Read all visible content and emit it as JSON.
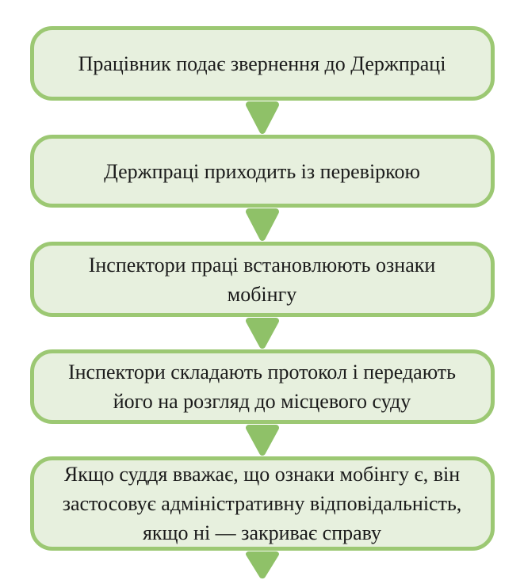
{
  "flowchart": {
    "type": "flowchart",
    "direction": "top-down",
    "steps": [
      "Працівник подає звернення до Держпраці",
      "Держпраці приходить із перевіркою",
      "Інспектори праці встановлюють ознаки\nмобінгу",
      "Інспектори складають протокол і передають\nйого на розгляд до місцевого суду",
      "Якщо суддя вважає, що ознаки мобінгу є, він\nзастосовує адміністративну відповідальність,\nякщо ні — закриває справу"
    ],
    "connector_shape": "triangle-down-arrow",
    "connector_count": 5,
    "colors": {
      "box_fill": "#E7F0DE",
      "box_border": "#9CC873",
      "arrow_color": "#8FC168",
      "text_color": "#1B1B1B",
      "background": "#FFFFFF"
    }
  }
}
